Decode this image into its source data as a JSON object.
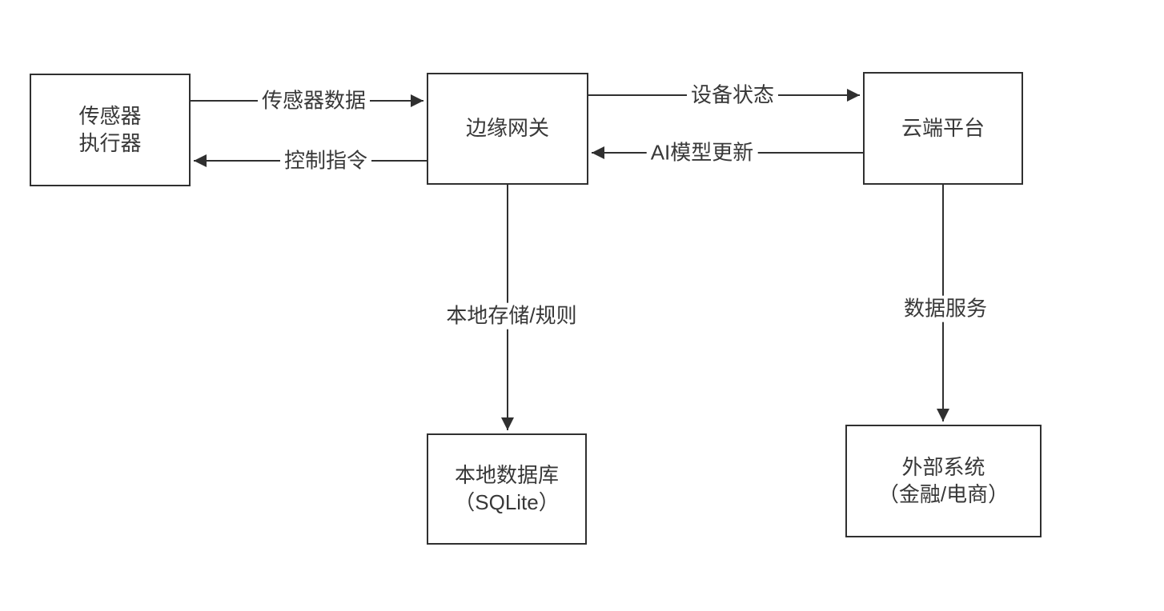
{
  "diagram": {
    "background_color": "#ffffff",
    "stroke_color": "#303030",
    "text_color": "#383838",
    "nodes": [
      {
        "id": "sensor-actuator",
        "label": "传感器\n执行器"
      },
      {
        "id": "edge-gateway",
        "label": "边缘网关"
      },
      {
        "id": "cloud-platform",
        "label": "云端平台"
      },
      {
        "id": "local-database",
        "label": "本地数据库\n（SQLite）"
      },
      {
        "id": "external-system",
        "label": "外部系统\n（金融/电商）"
      }
    ],
    "edges": [
      {
        "id": "sensor-data",
        "label": "传感器数据",
        "from": "sensor-actuator",
        "to": "edge-gateway",
        "direction": "right"
      },
      {
        "id": "control-command",
        "label": "控制指令",
        "from": "edge-gateway",
        "to": "sensor-actuator",
        "direction": "left"
      },
      {
        "id": "device-status",
        "label": "设备状态",
        "from": "edge-gateway",
        "to": "cloud-platform",
        "direction": "right"
      },
      {
        "id": "ai-model-update",
        "label": "AI模型更新",
        "from": "cloud-platform",
        "to": "edge-gateway",
        "direction": "left"
      },
      {
        "id": "local-storage-rules",
        "label": "本地存储/规则",
        "from": "edge-gateway",
        "to": "local-database",
        "direction": "down"
      },
      {
        "id": "data-service",
        "label": "数据服务",
        "from": "cloud-platform",
        "to": "external-system",
        "direction": "down"
      }
    ]
  }
}
